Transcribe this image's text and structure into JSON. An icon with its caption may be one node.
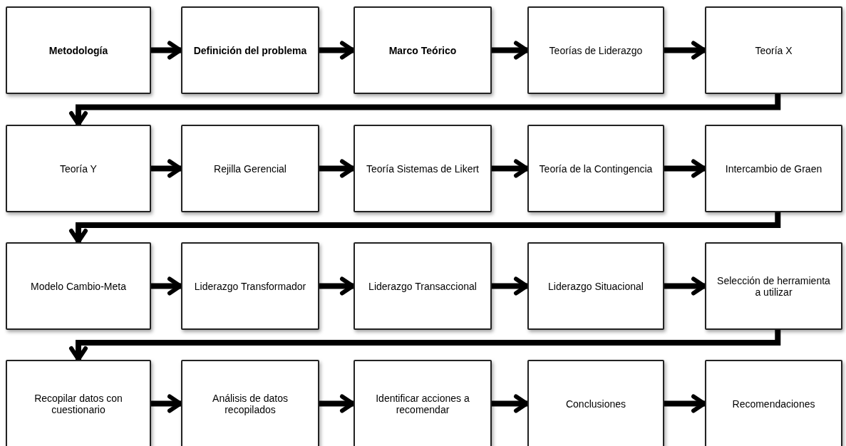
{
  "diagram": {
    "nodes": [
      {
        "text": [
          "Metodología"
        ]
      },
      {
        "text": [
          "Definición del problema"
        ]
      },
      {
        "text": [
          "Marco Teórico"
        ]
      },
      {
        "text": [
          "Teorías de Liderazgo"
        ]
      },
      {
        "text": [
          "Teoría X"
        ]
      },
      {
        "text": [
          "Teoría Y"
        ]
      },
      {
        "text": [
          "Rejilla Gerencial"
        ]
      },
      {
        "text": [
          "Teoría Sistemas de Likert"
        ]
      },
      {
        "text": [
          "Teoría de la Contingencia"
        ]
      },
      {
        "text": [
          "Intercambio de Graen"
        ]
      },
      {
        "text": [
          "Modelo Cambio-Meta"
        ]
      },
      {
        "text": [
          "Liderazgo Transformador"
        ]
      },
      {
        "text": [
          "Liderazgo Transaccional"
        ]
      },
      {
        "text": [
          "Liderazgo Situacional"
        ]
      },
      {
        "text": [
          "Selección de herramienta a utilizar"
        ]
      },
      {
        "text": [
          "Recopilar datos con cuestionario"
        ]
      },
      {
        "text": [
          "Análisis de datos recopilados"
        ]
      },
      {
        "text": [
          "Identificar acciones a recomendar"
        ]
      },
      {
        "text": [
          "Conclusiones"
        ]
      },
      {
        "text": [
          "Recomendaciones"
        ]
      }
    ],
    "edges": [
      {
        "from": 0,
        "to": 1,
        "arrow": "to"
      },
      {
        "from": 1,
        "to": 2,
        "arrow": "to"
      },
      {
        "from": 2,
        "to": 3,
        "arrow": "to"
      },
      {
        "from": 3,
        "to": 4,
        "arrow": "to"
      },
      {
        "from": 4,
        "to": 5,
        "arrow": "to"
      },
      {
        "from": 5,
        "to": 6,
        "arrow": "to"
      },
      {
        "from": 6,
        "to": 7,
        "arrow": "to"
      },
      {
        "from": 7,
        "to": 8,
        "arrow": "to"
      },
      {
        "from": 8,
        "to": 9,
        "arrow": "to"
      },
      {
        "from": 9,
        "to": 10,
        "arrow": "to"
      },
      {
        "from": 10,
        "to": 11,
        "arrow": "to"
      },
      {
        "from": 11,
        "to": 12,
        "arrow": "to"
      },
      {
        "from": 12,
        "to": 13,
        "arrow": "to"
      },
      {
        "from": 13,
        "to": 14,
        "arrow": "to"
      },
      {
        "from": 14,
        "to": 15,
        "arrow": "to"
      },
      {
        "from": 15,
        "to": 16,
        "arrow": "to"
      },
      {
        "from": 16,
        "to": 17,
        "arrow": "to"
      },
      {
        "from": 17,
        "to": 18,
        "arrow": "to"
      },
      {
        "from": 18,
        "to": 19,
        "arrow": "to"
      }
    ]
  }
}
